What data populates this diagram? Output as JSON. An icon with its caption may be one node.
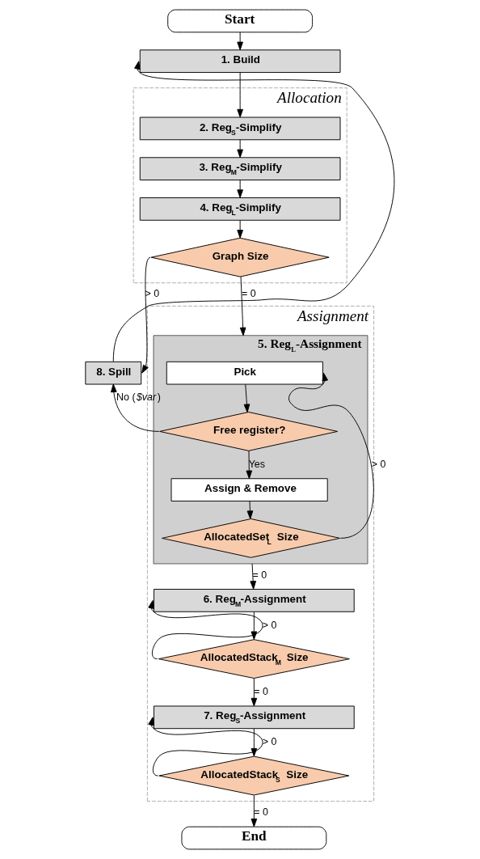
{
  "diagram": {
    "nodes": [
      {
        "text": [
          "Start"
        ]
      },
      {
        "text": [
          "1. Build"
        ]
      },
      {
        "text": [
          "Allocation"
        ]
      },
      {
        "text": [
          "2. Reg$_{S}$-Simplify"
        ],
        "in": 2
      },
      {
        "text": [
          "3. Reg$_{M}$-Simplify"
        ],
        "in": 2
      },
      {
        "text": [
          "4. Reg$_{L}$-Simplify"
        ],
        "in": 2
      },
      {
        "text": [
          "Graph Size"
        ],
        "in": 2
      },
      {
        "text": [
          "8. Spill"
        ]
      },
      {
        "text": [
          "Assignment"
        ]
      },
      {
        "text": [
          "5. Reg$_{L}$-Assignment"
        ],
        "in": 8
      },
      {
        "text": [
          "Pick"
        ],
        "in": 9
      },
      {
        "text": [
          "Free register?"
        ],
        "in": 9
      },
      {
        "text": [
          "Assign & Remove"
        ],
        "in": 9
      },
      {
        "text": [
          "AllocatedSet$_{L}$ Size"
        ],
        "in": 9
      },
      {
        "text": [
          "6. Reg$_{M}$-Assignment"
        ],
        "in": 8
      },
      {
        "text": [
          "AllocatedStack$_{M}$ Size"
        ],
        "in": 8
      },
      {
        "text": [
          "7. Reg$_{S}$-Assignment"
        ],
        "in": 8
      },
      {
        "text": [
          "AllocatedStack$_{S}$ Size"
        ],
        "in": 8
      },
      {
        "text": [
          "End"
        ]
      }
    ],
    "edges": [
      {
        "from": 0,
        "to": 1,
        "arrow": "to"
      },
      {
        "from": 1,
        "to": 3,
        "arrow": "to"
      },
      {
        "from": 3,
        "to": 4,
        "arrow": "to"
      },
      {
        "from": 4,
        "to": 5,
        "arrow": "to"
      },
      {
        "from": 5,
        "to": 6,
        "arrow": "to"
      },
      {
        "from": 6,
        "to": 7,
        "label": "> 0",
        "arrow": "to"
      },
      {
        "from": 7,
        "to": 1,
        "arrow": "to"
      },
      {
        "from": 6,
        "to": 9,
        "label": "= 0",
        "arrow": "to"
      },
      {
        "from": 10,
        "to": 11,
        "arrow": "to"
      },
      {
        "from": 11,
        "to": 7,
        "label": "No (*$var*)",
        "arrow": "to"
      },
      {
        "from": 11,
        "to": 12,
        "label": "Yes",
        "arrow": "to"
      },
      {
        "from": 12,
        "to": 13,
        "arrow": "to"
      },
      {
        "from": 13,
        "to": 10,
        "label": "> 0",
        "arrow": "to"
      },
      {
        "from": 9,
        "to": 14,
        "label": "= 0",
        "arrow": "to"
      },
      {
        "from": 14,
        "to": 15,
        "arrow": "to"
      },
      {
        "from": 15,
        "to": 14,
        "label": "> 0",
        "arrow": "to"
      },
      {
        "from": 15,
        "to": 16,
        "label": "= 0",
        "arrow": "to"
      },
      {
        "from": 16,
        "to": 17,
        "arrow": "to"
      },
      {
        "from": 17,
        "to": 16,
        "label": "> 0",
        "arrow": "to"
      },
      {
        "from": 17,
        "to": 18,
        "label": "= 0",
        "arrow": "to"
      }
    ]
  }
}
